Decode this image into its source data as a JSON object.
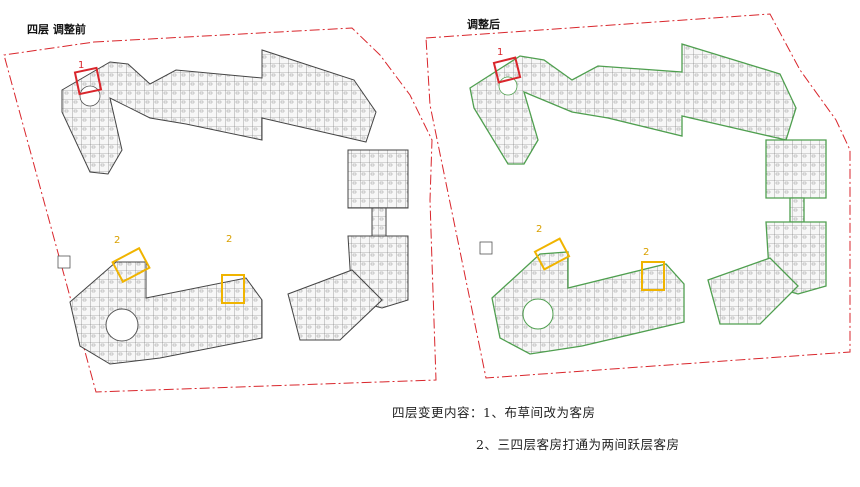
{
  "panels": {
    "before": {
      "title": "四层 调整前",
      "markers": [
        "1",
        "2",
        "2"
      ]
    },
    "after": {
      "title": "调整后",
      "markers": [
        "1",
        "2",
        "2"
      ]
    }
  },
  "notes": {
    "line1": "四层变更内容：1、布草间改为客房",
    "line2": "2、三四层客房打通为两间跃层客房"
  },
  "colors": {
    "boundary": "#d9262c",
    "wall_before": "#555555",
    "wall_after_outline": "#7fbf7f",
    "marker_red": "#d9262c",
    "marker_yellow": "#f0b400",
    "floor_fill": "#f4f4f4"
  }
}
